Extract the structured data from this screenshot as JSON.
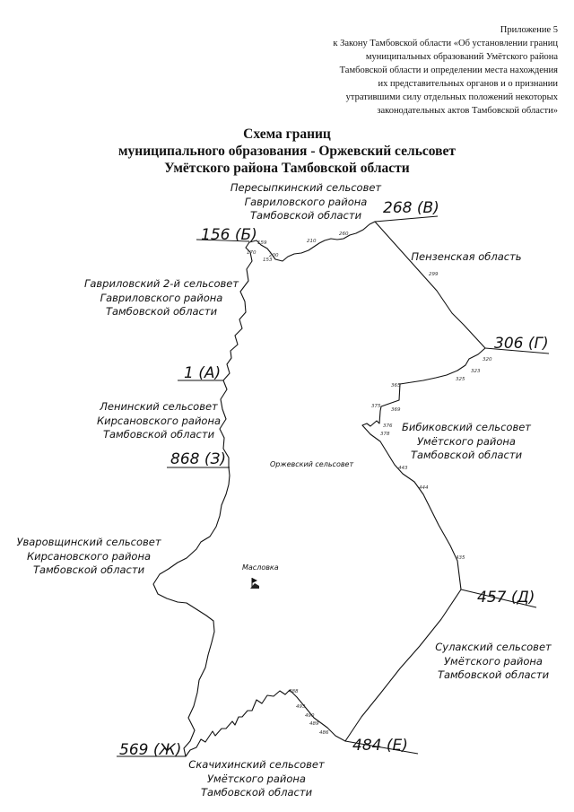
{
  "appendix": {
    "lines": [
      "Приложение 5",
      "к Закону Тамбовской области «Об установлении границ",
      "муниципальных образований Умётского района",
      "Тамбовской области и определении места нахождения",
      "их представительных органов и о признании",
      "утратившими силу отдельных положений некоторых",
      "законодательных актов Тамбовской области»"
    ]
  },
  "title": {
    "line1": "Схема границ",
    "line2": "муниципального образования - Оржевский сельсовет",
    "line3": "Умётского района Тамбовской области"
  },
  "points": {
    "b": "156 (Б)",
    "v": "268 (В)",
    "a": "1 (А)",
    "z": "868 (З)",
    "g": "306 (Г)",
    "d": "457 (Д)",
    "e": "484 (Е)",
    "zh": "569 (Ж)"
  },
  "neighbors": {
    "peresypkinsky": [
      "Пересыпкинский сельсовет",
      "Гавриловского района",
      "Тамбовской области"
    ],
    "penza": [
      "Пензенская область"
    ],
    "gavrilovsky2": [
      "Гавриловский 2-й сельсовет",
      "Гавриловского района",
      "Тамбовской области"
    ],
    "leninsky": [
      "Ленинский сельсовет",
      "Кирсановского района",
      "Тамбовской области"
    ],
    "bibikovsky": [
      "Бибиковский сельсовет",
      "Умётского района",
      "Тамбовской области"
    ],
    "uvarovshchinsky": [
      "Уваровщинский сельсовет",
      "Кирсановского района",
      "Тамбовской области"
    ],
    "sulaksky": [
      "Сулакский сельсовет",
      "Умётского района",
      "Тамбовской области"
    ],
    "skachikhinsky": [
      "Скачихинский сельсовет",
      "Умётского района",
      "Тамбовской области"
    ]
  },
  "inner": {
    "municipality": "Оржевский сельсовет",
    "settlement": "Масловка"
  },
  "vertex_labels": {
    "v159": "159",
    "v170": "170",
    "v153": "153",
    "v200": "200",
    "v210": "210",
    "v260": "260",
    "v299": "299",
    "v320": "320",
    "v323": "323",
    "v325": "325",
    "v365": "365",
    "v369": "369",
    "v375": "375",
    "v376": "376",
    "v378": "378",
    "v443": "443",
    "v444": "444",
    "v435": "435",
    "v488": "488",
    "v493": "493",
    "v490": "490",
    "v489": "489",
    "v486": "486"
  }
}
